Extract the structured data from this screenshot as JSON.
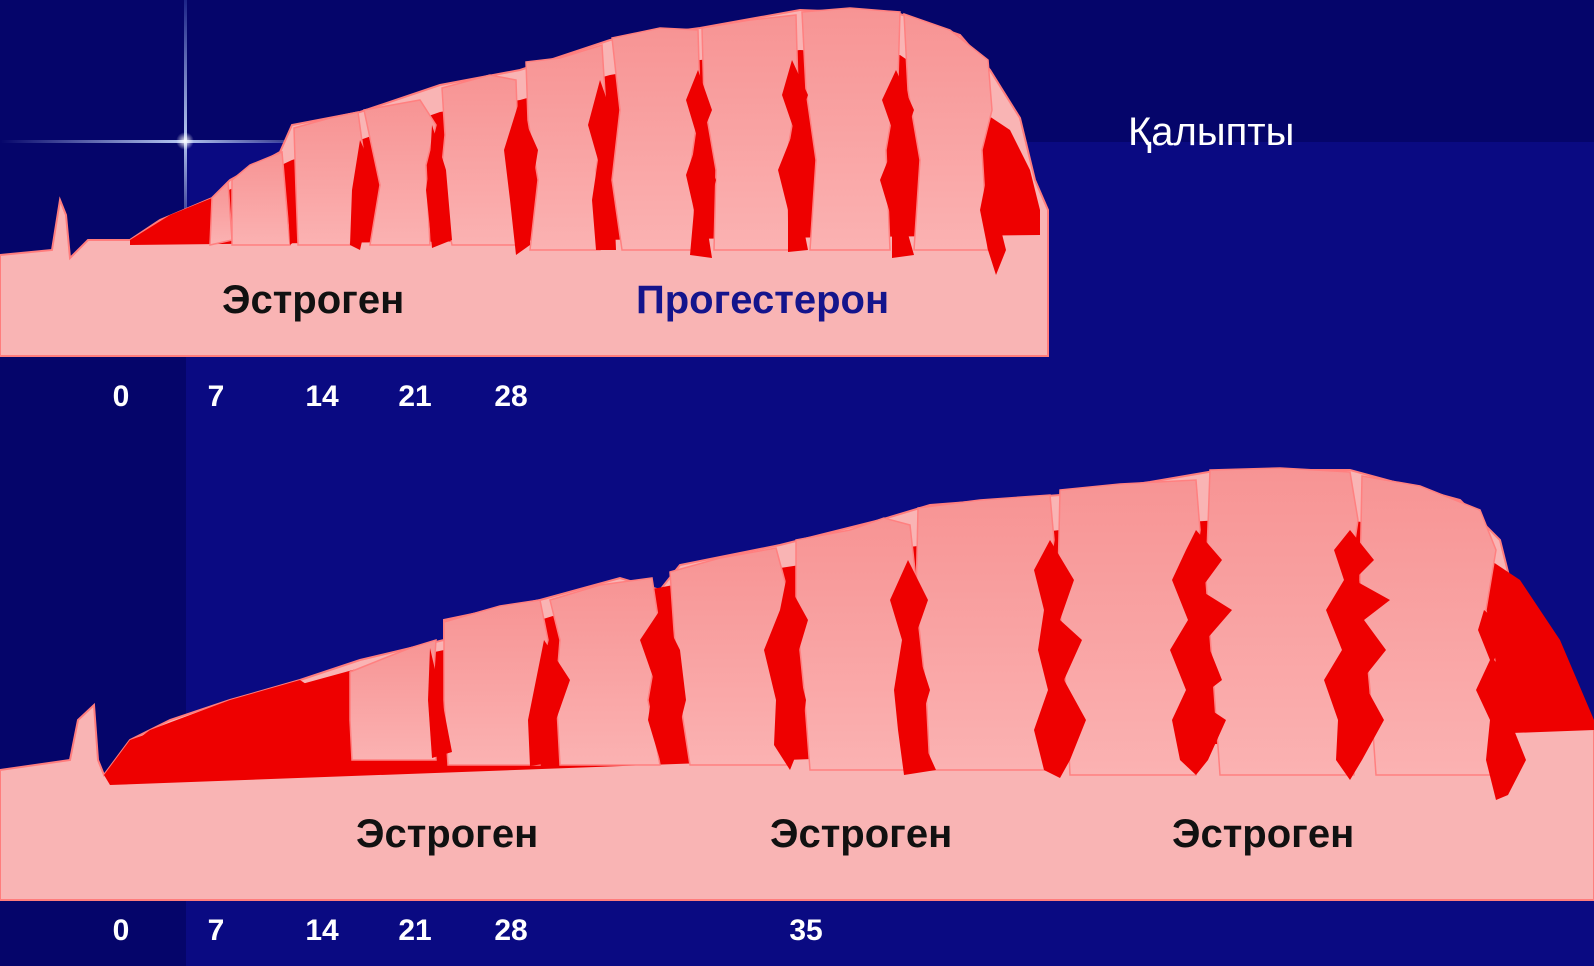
{
  "title": "Қалыпты",
  "top_panel": {
    "labels": {
      "left": "Эстроген",
      "right": "Прогестерон"
    },
    "axis_ticks": [
      "0",
      "7",
      "14",
      "21",
      "28"
    ]
  },
  "bottom_panel": {
    "labels": [
      "Эстроген",
      "Эстроген",
      "Эстроген"
    ],
    "axis_ticks": [
      "0",
      "7",
      "14",
      "21",
      "28",
      "35"
    ]
  },
  "colors": {
    "background": "#0a0a82",
    "tissue": "#f9a0a0",
    "base": "#f9b4b4",
    "vessel": "#ee0000",
    "label_dark": "#111111",
    "label_blue": "#14148c"
  }
}
